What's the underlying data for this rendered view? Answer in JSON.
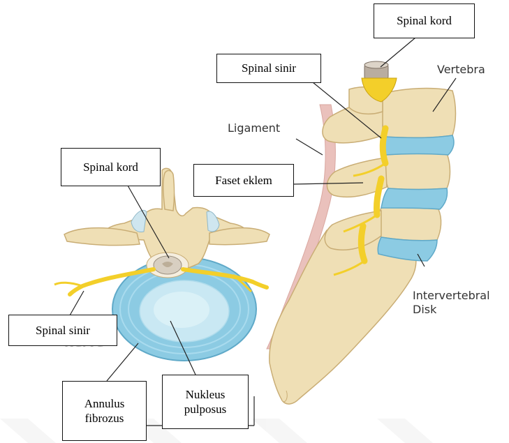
{
  "diagram": {
    "axial_view": {
      "spinal_cord_box": "Spinal kord",
      "spinal_nerve_box": "Spinal sinir",
      "annulus_box_line1": "Annulus",
      "annulus_box_line2": "fibrozus",
      "nucleus_box_line1": "Nukleus",
      "nucleus_box_line2": "pulposus",
      "partial_hidden_label": "Nerve"
    },
    "lateral_view": {
      "spinal_cord_box": "Spinal kord",
      "spinal_nerve_box": "Spinal sinir",
      "facet_box": "Faset eklem",
      "ligament_label": "Ligament",
      "vertebra_label": "Vertebra",
      "disc_label_line1": "Intervertebral",
      "disc_label_line2": "Disk"
    }
  },
  "colors": {
    "bone": "#efdfb5",
    "bone_shadow": "#d2ba85",
    "disc": "#8ccbe3",
    "disc_dark": "#5fa9c8",
    "nerve": "#f3cf2a",
    "cord": "#d8cfc1",
    "ligament": "#e7b7b1"
  }
}
